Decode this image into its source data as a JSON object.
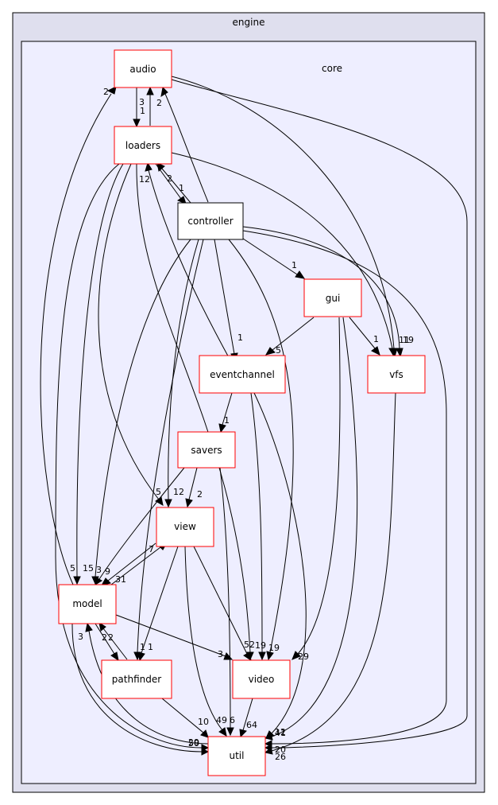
{
  "diagram": {
    "outer_cluster": {
      "label": "engine"
    },
    "inner_cluster": {
      "label": "core"
    },
    "nodes": {
      "audio": "audio",
      "loaders": "loaders",
      "controller": "controller",
      "gui": "gui",
      "eventchannel": "eventchannel",
      "vfs": "vfs",
      "savers": "savers",
      "view": "view",
      "model": "model",
      "pathfinder": "pathfinder",
      "video": "video",
      "util": "util"
    },
    "edge_labels": {
      "audio_loaders": "1",
      "loaders_audio": "3",
      "controller_audio": "2",
      "model_audio": "2",
      "loaders_controller": "1",
      "controller_loaders": "2",
      "eventchannel_loaders": "12",
      "controller_gui": "1",
      "controller_eventchannel": "1",
      "gui_eventchannel": "5",
      "gui_vfs": "1",
      "vfs_multi": "11",
      "vfs_multi2": "19",
      "eventchannel_savers": "1",
      "savers_view": "2",
      "controller_view": "12",
      "loaders_view": "5",
      "model_view": "7",
      "view_model": "31",
      "model_multi1": "5",
      "model_multi2": "15",
      "model_multi3": "3",
      "model_multi4": "9",
      "model_pathfinder": "2",
      "pathfinder_model": "2",
      "view_pathfinder": "1",
      "controller_pathfinder": "1",
      "model_video": "3",
      "video_multi1": "52",
      "video_multi2": "19",
      "video_multi3": "19",
      "gui_video": "29",
      "pathfinder_util": "10",
      "util_multi1": "49",
      "util_multi2": "6",
      "video_util": "64",
      "util_left1": "50",
      "util_left2": "29",
      "util_right1": "12",
      "util_right2": "41",
      "util_right3": "20",
      "util_right4": "26",
      "model_util": "3"
    }
  }
}
